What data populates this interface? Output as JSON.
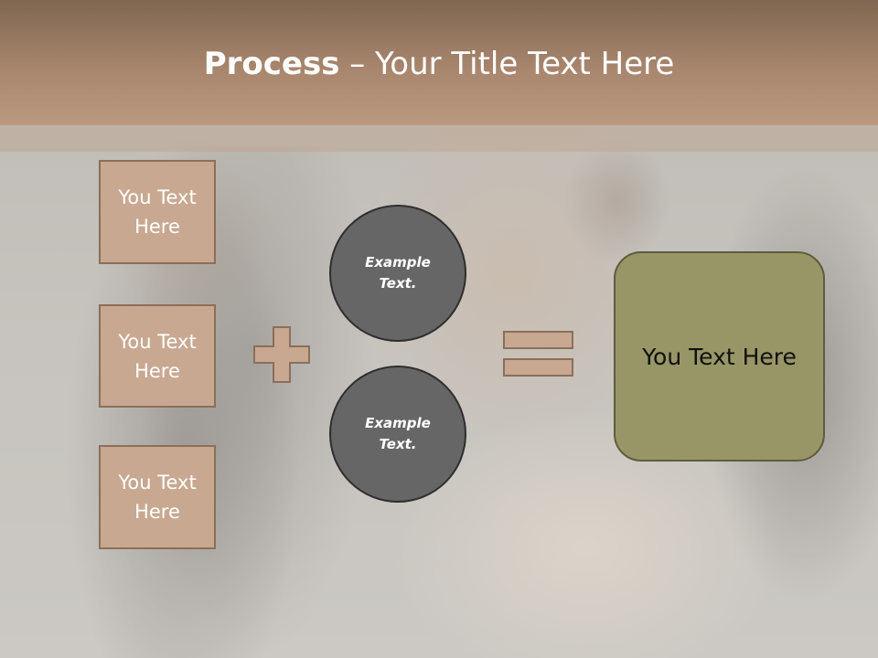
{
  "slide": {
    "title_bold": "Process",
    "title_rest": " – Your Title Text Here",
    "left_boxes": [
      "You Text Here",
      "You Text Here",
      "You Text Here"
    ],
    "circles": [
      "Example Text.",
      "Example Text."
    ],
    "result": "You Text Here",
    "icons": {
      "plus": "plus-icon",
      "equals": "equals-icon"
    },
    "colors": {
      "header": "#a8866d",
      "box_fill": "#c8a890",
      "circle_fill": "#666666",
      "result_fill": "#989666"
    }
  }
}
